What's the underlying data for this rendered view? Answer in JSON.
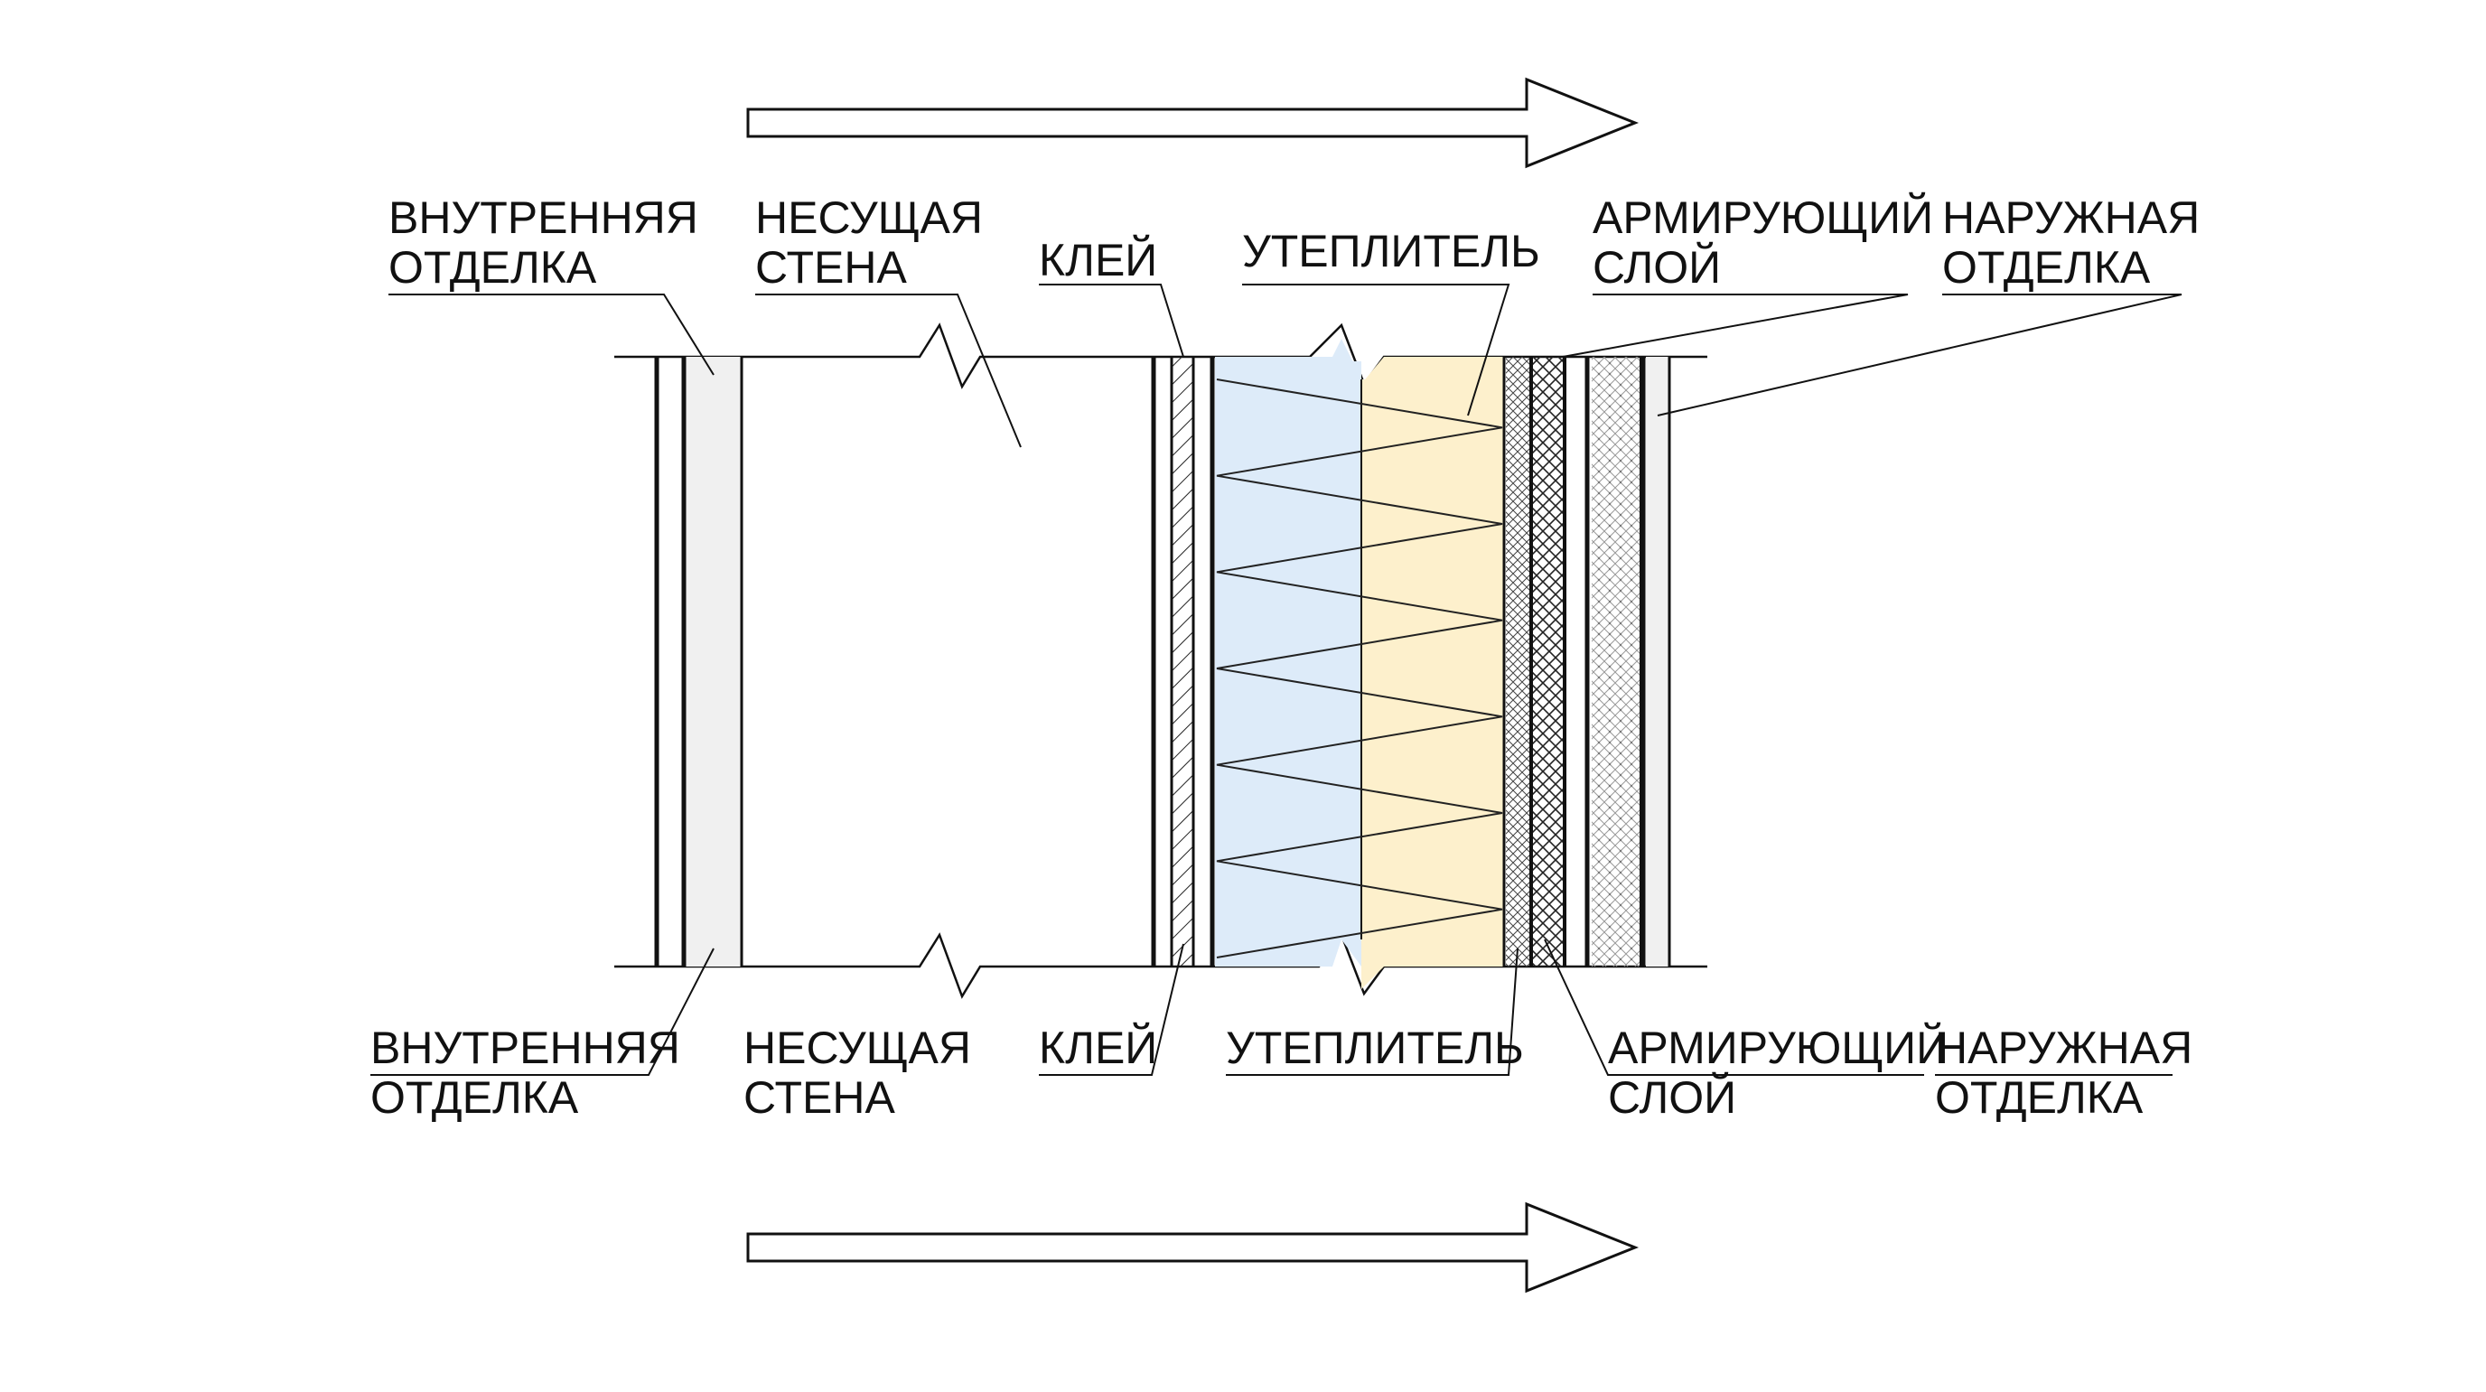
{
  "colors": {
    "ink": "#111111",
    "insulation_blue": "#ddebf9",
    "insulation_yellow": "#fdf0cc",
    "finish_gray": "#f0f0f0",
    "background": "#ffffff"
  },
  "direction": "left-to-right",
  "labels_top": [
    {
      "line1": "ВНУТРЕННЯЯ",
      "line2": "ОТДЕЛКА"
    },
    {
      "line1": "НЕСУЩАЯ",
      "line2": "СТЕНА"
    },
    {
      "line1": "КЛЕЙ",
      "line2": ""
    },
    {
      "line1": "УТЕПЛИТЕЛЬ",
      "line2": ""
    },
    {
      "line1": "АРМИРУЮЩИЙ",
      "line2": "СЛОЙ"
    },
    {
      "line1": "НАРУЖНАЯ",
      "line2": "ОТДЕЛКА"
    }
  ],
  "labels_bottom": [
    {
      "line1": "ВНУТРЕННЯЯ",
      "line2": "ОТДЕЛКА"
    },
    {
      "line1": "НЕСУЩАЯ",
      "line2": "СТЕНА"
    },
    {
      "line1": "КЛЕЙ",
      "line2": ""
    },
    {
      "line1": "УТЕПЛИТЕЛЬ",
      "line2": ""
    },
    {
      "line1": "АРМИРУЮЩИЙ",
      "line2": "СЛОЙ"
    },
    {
      "line1": "НАРУЖНАЯ",
      "line2": "ОТДЕЛКА"
    }
  ]
}
